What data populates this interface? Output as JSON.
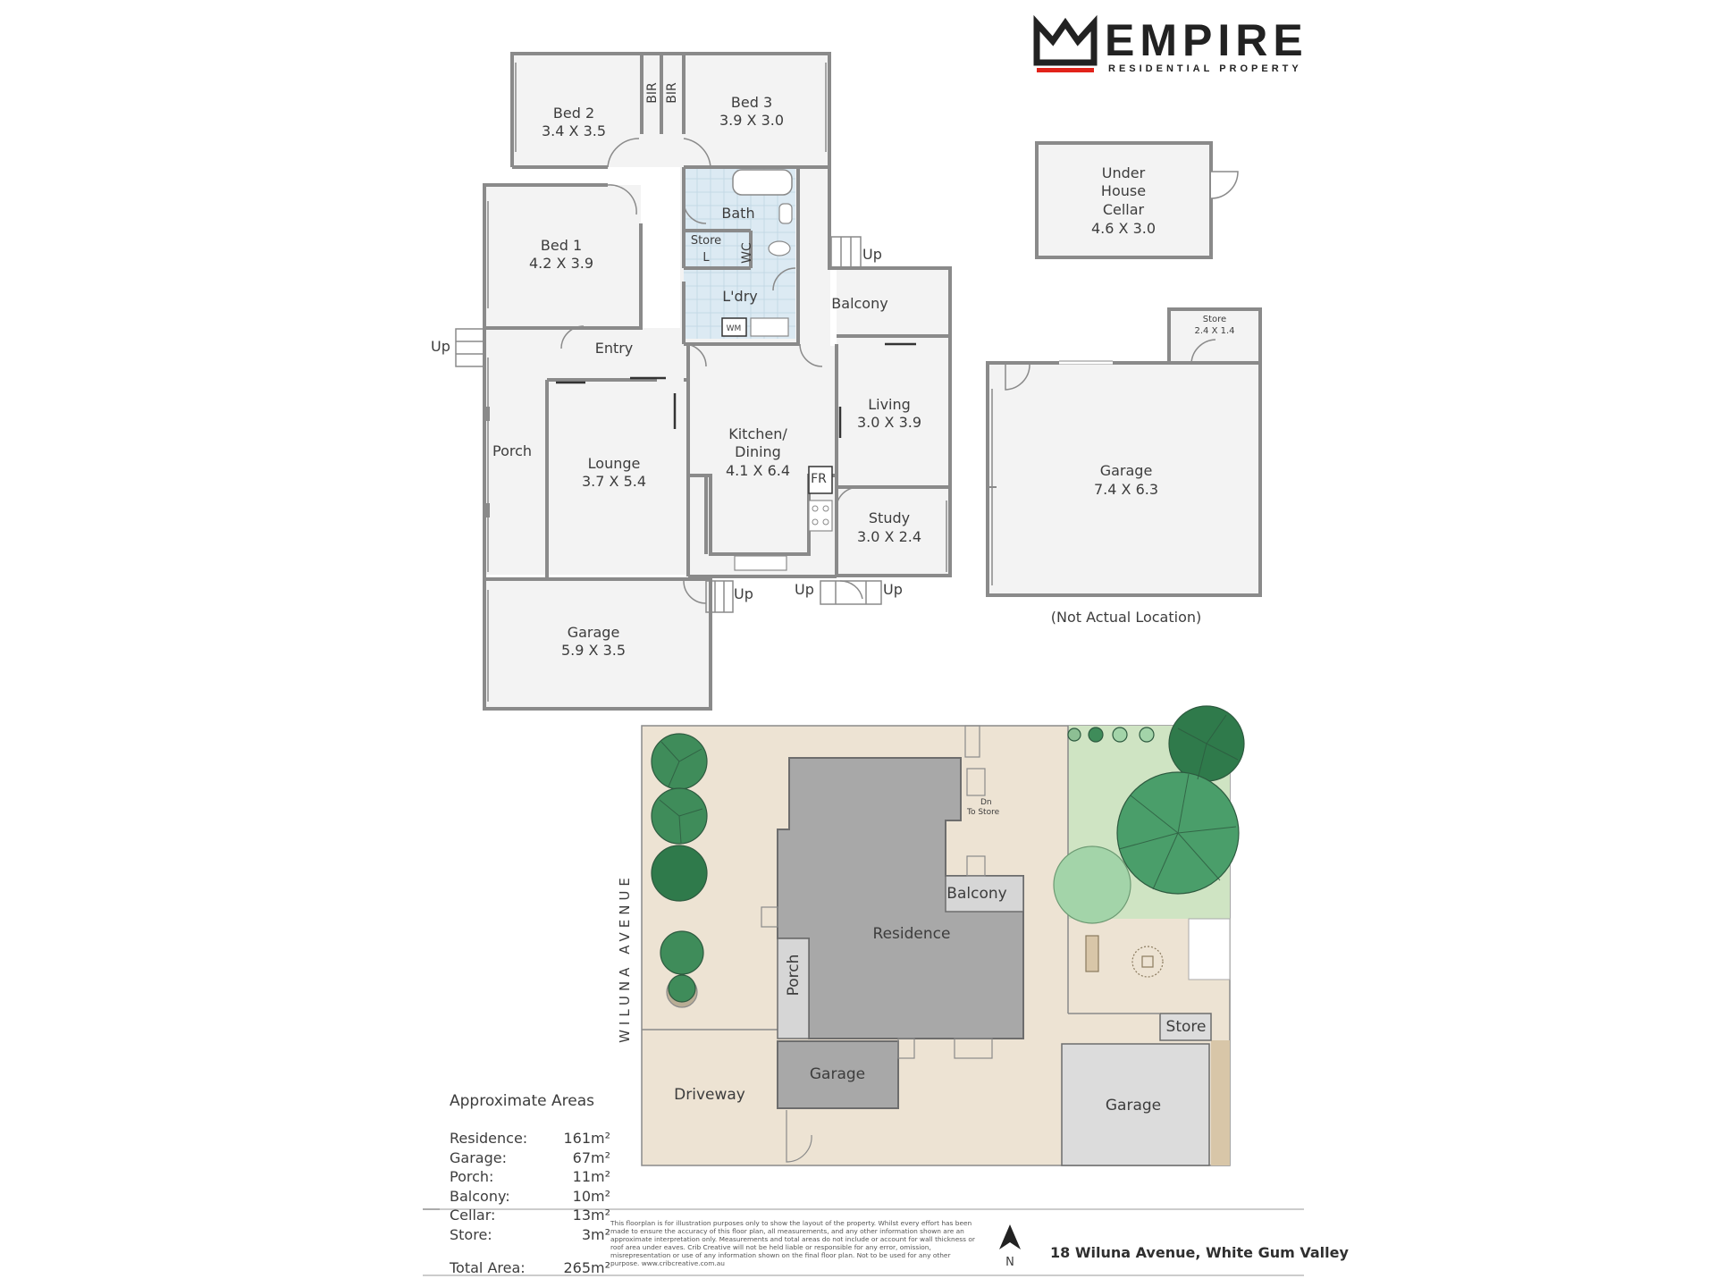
{
  "brand": {
    "name": "EMPIRE",
    "tagline": "RESIDENTIAL PROPERTY",
    "accent": "#e2231a"
  },
  "rooms": {
    "bed2": {
      "name": "Bed 2",
      "size": "3.4 X 3.5"
    },
    "bed3": {
      "name": "Bed 3",
      "size": "3.9 X 3.0"
    },
    "bir_a": "BIR",
    "bir_b": "BIR",
    "bed1": {
      "name": "Bed 1",
      "size": "4.2 X 3.9"
    },
    "bath": "Bath",
    "store": "Store",
    "store_l": "L",
    "wc": "WC",
    "laundry": "L'dry",
    "wm": "WM",
    "balcony": "Balcony",
    "entry": "Entry",
    "porch": "Porch",
    "lounge": {
      "name": "Lounge",
      "size": "3.7 X 5.4"
    },
    "kitchen": {
      "name": "Kitchen/",
      "name2": "Dining",
      "size": "4.1 X 6.4"
    },
    "fr": "FR",
    "living": {
      "name": "Living",
      "size": "3.0 X 3.9"
    },
    "study": {
      "name": "Study",
      "size": "3.0 X 2.4"
    },
    "garage_main": {
      "name": "Garage",
      "size": "5.9 X 3.5"
    },
    "cellar": {
      "line1": "Under",
      "line2": "House",
      "line3": "Cellar",
      "size": "4.6 X 3.0"
    },
    "garage_detached": {
      "name": "Garage",
      "size": "7.4 X 6.3"
    },
    "store_small": {
      "name": "Store",
      "size": "2.4 X 1.4"
    },
    "not_actual": "(Not Actual Location)",
    "up": "Up"
  },
  "site": {
    "street": "WILUNA AVENUE",
    "residence": "Residence",
    "balcony": "Balcony",
    "porch": "Porch",
    "garage": "Garage",
    "garage2": "Garage",
    "store": "Store",
    "driveway": "Driveway",
    "dn": "Dn",
    "to_store": "To Store"
  },
  "areas": {
    "title": "Approximate Areas",
    "rows": [
      {
        "label": "Residence:",
        "value": "161m²"
      },
      {
        "label": "Garage:",
        "value": "67m²"
      },
      {
        "label": "Porch:",
        "value": "11m²"
      },
      {
        "label": "Balcony:",
        "value": "10m²"
      },
      {
        "label": "Cellar:",
        "value": "13m²"
      },
      {
        "label": "Store:",
        "value": "3m²"
      }
    ],
    "total_label": "Total Area:",
    "total_value": "265m²"
  },
  "disclaimer": "This floorplan is for illustration purposes only to show the layout of the property. Whilst every effort has been made to ensure the accuracy of this floor plan, all measurements, and any other information shown are an approximate interpretation only. Measurements and total areas do not include or account for wall thickness or roof area under eaves. Crib Creative will not be held liable or responsible for any error, omission, misrepresentation or use of any information shown on the final floor plan. Not to be used for any other purpose. www.cribcreative.com.au",
  "compass": "N",
  "address": "18 Wiluna Avenue, White Gum Valley"
}
